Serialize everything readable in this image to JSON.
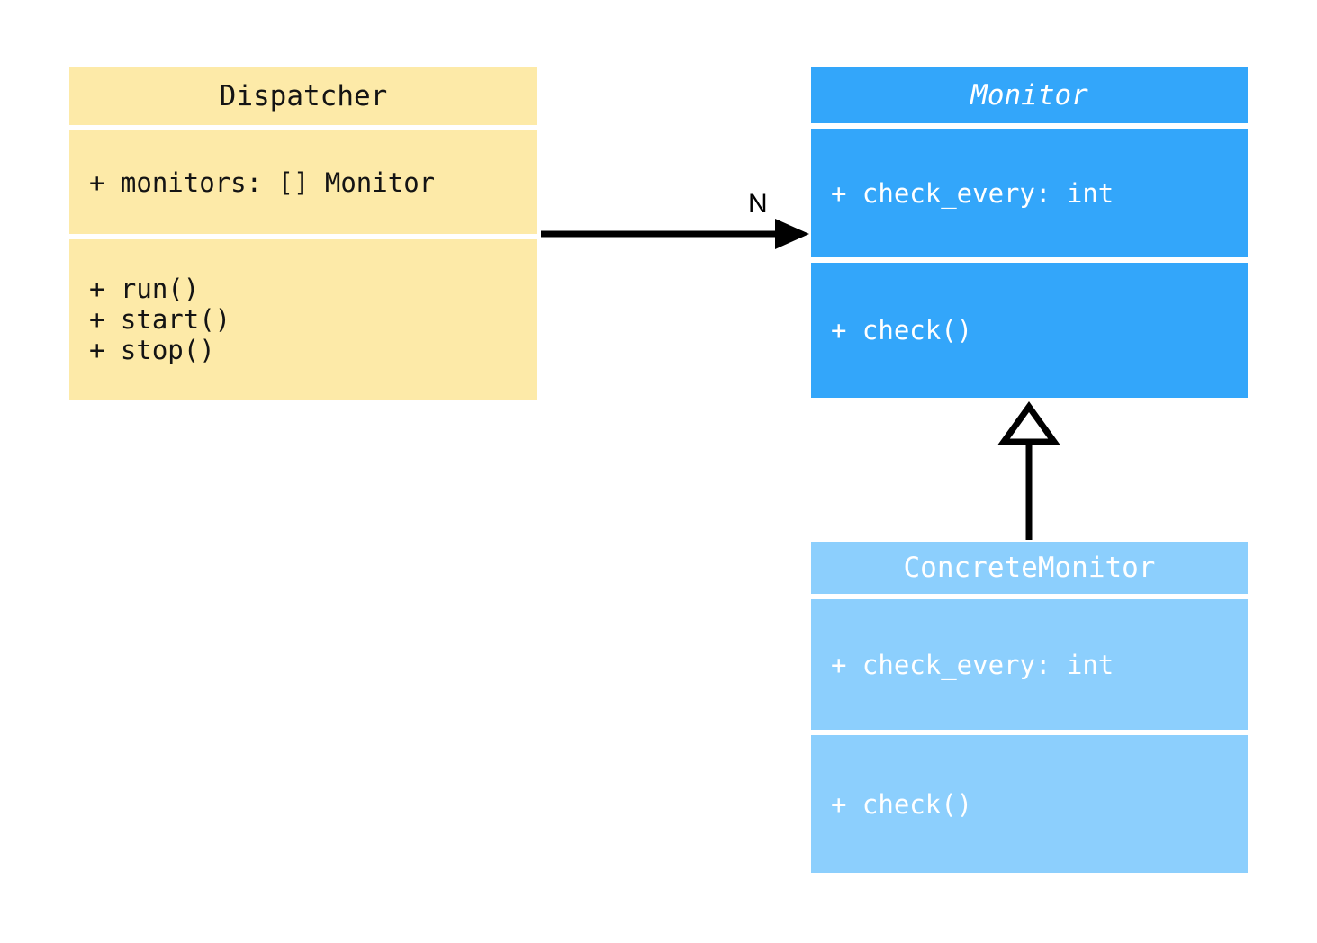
{
  "diagram": {
    "type": "uml-class-diagram",
    "background": "#ffffff",
    "classes": [
      {
        "id": "dispatcher",
        "name": "Dispatcher",
        "abstract": false,
        "fill": "#fdeaa8",
        "text_color": "#141414",
        "attributes": "+ monitors: [] Monitor",
        "methods": "+ run()\n+ start()\n+ stop()"
      },
      {
        "id": "monitor",
        "name": "Monitor",
        "abstract": true,
        "fill": "#33a6fa",
        "text_color": "#ffffff",
        "attributes": "+ check_every: int",
        "methods": "+ check()"
      },
      {
        "id": "concrete_monitor",
        "name": "ConcreteMonitor",
        "abstract": false,
        "fill": "#8ccffd",
        "text_color": "#ffffff",
        "attributes": "+ check_every: int",
        "methods": "+ check()"
      }
    ],
    "relationships": [
      {
        "id": "dispatcher-to-monitor",
        "kind": "association",
        "from": "Dispatcher",
        "to": "Monitor",
        "multiplicity_label": "N",
        "arrowhead": "filled-triangle",
        "line": "solid",
        "color": "#000000"
      },
      {
        "id": "concrete-to-monitor",
        "kind": "generalization",
        "from": "ConcreteMonitor",
        "to": "Monitor",
        "multiplicity_label": "",
        "arrowhead": "hollow-triangle",
        "line": "solid",
        "color": "#000000"
      }
    ]
  }
}
